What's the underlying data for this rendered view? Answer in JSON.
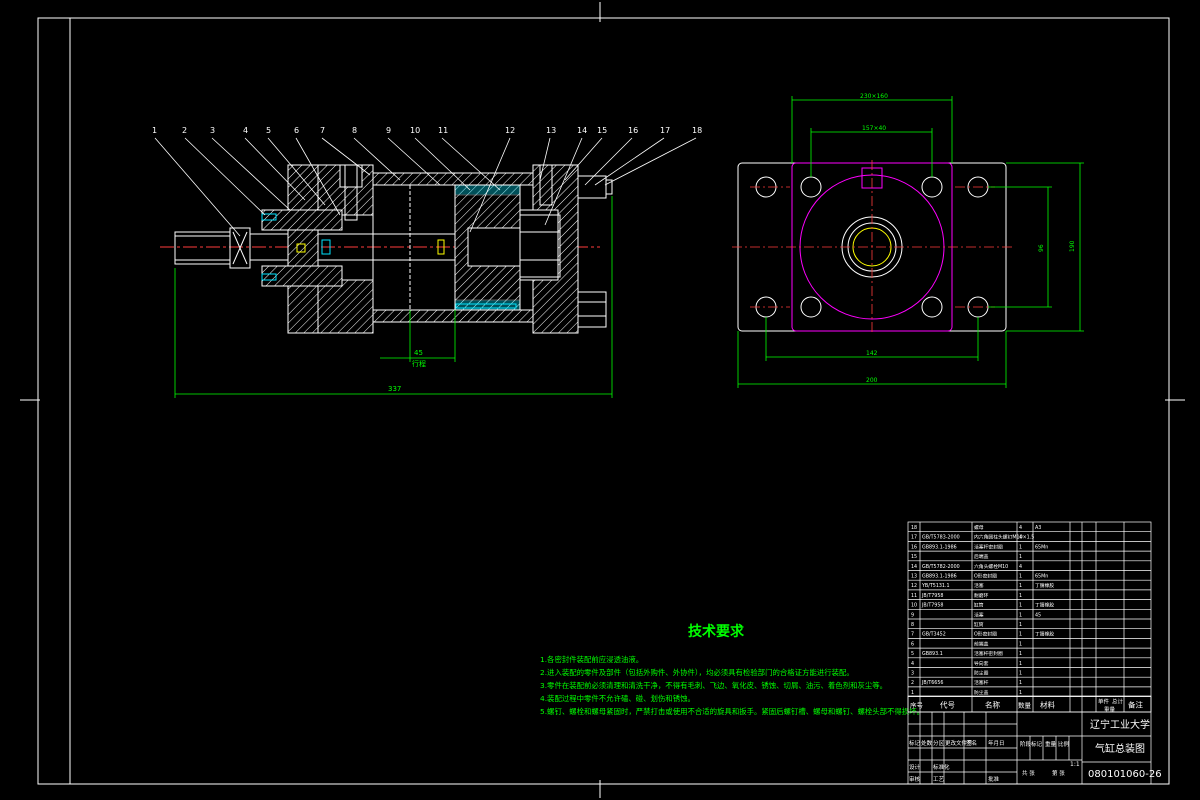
{
  "drawing": {
    "colors": {
      "background": "#000000",
      "outline": "#ffffff",
      "hatch": "#ffffff",
      "dimension": "#00ff00",
      "center_line": "#ff3b3b",
      "hidden": "#ff00ff",
      "seal": "#00e5ff",
      "text_green": "#00ff00",
      "leader": "#ffffff"
    },
    "part_numbers": [
      "1",
      "2",
      "3",
      "4",
      "5",
      "6",
      "7",
      "8",
      "9",
      "10",
      "11",
      "12",
      "13",
      "14",
      "15",
      "16",
      "17",
      "18"
    ],
    "dims": {
      "overall_length": "337",
      "stroke": "45",
      "stroke_label": "行程",
      "side_top_outer": "230×160",
      "side_top_inner": "157×40",
      "side_right_outer": "190",
      "side_right_inner": "96",
      "side_bottom_inner": "142",
      "side_bottom_outer": "200"
    },
    "tech_req": {
      "title": "技术要求",
      "items": [
        "1.各密封件装配前应浸透油液。",
        "2.进入装配的零件及部件（包括外购件、外协件），均必须具有检验部门的合格证方能进行装配。",
        "3.零件在装配前必须清理和清洗干净，不得有毛刺、飞边、氧化皮、锈蚀、切屑、油污、着色剂和灰尘等。",
        "4.装配过程中零件不允许磕、碰、划伤和锈蚀。",
        "5.螺钉、螺栓和螺母紧固时，严禁打击或使用不合适的旋具和扳手。紧固后螺钉槽、螺母和螺钉、螺栓头部不得损坏。"
      ]
    },
    "bom": {
      "headers": {
        "no": "序号",
        "code": "代号",
        "name": "名称",
        "qty": "数量",
        "material": "材料",
        "single": "单件",
        "total": "总计",
        "weight": "重量",
        "remark": "备注"
      },
      "rows": [
        {
          "no": "18",
          "code": "",
          "name": "螺母",
          "qty": "4",
          "material": "A3",
          "remark": ""
        },
        {
          "no": "17",
          "code": "GB/T5783-2000",
          "name": "内六角圆柱头螺钉M10×1.5",
          "qty": "4",
          "material": "",
          "remark": ""
        },
        {
          "no": "16",
          "code": "GB893.1-1986",
          "name": "活塞杆密封圈",
          "qty": "1",
          "material": "65Mn",
          "remark": ""
        },
        {
          "no": "15",
          "code": "",
          "name": "后端盖",
          "qty": "1",
          "material": "",
          "remark": ""
        },
        {
          "no": "14",
          "code": "GB/T5782-2000",
          "name": "六角头螺栓M10",
          "qty": "4",
          "material": "",
          "remark": ""
        },
        {
          "no": "13",
          "code": "GB893.1-1986",
          "name": "O形密封圈",
          "qty": "1",
          "material": "65Mn",
          "remark": ""
        },
        {
          "no": "12",
          "code": "YB/T5131.1",
          "name": "活塞",
          "qty": "1",
          "material": "丁腈橡胶",
          "remark": ""
        },
        {
          "no": "11",
          "code": "JB/T7958",
          "name": "耐磨环",
          "qty": "1",
          "material": "",
          "remark": ""
        },
        {
          "no": "10",
          "code": "JB/T7958",
          "name": "缸筒",
          "qty": "1",
          "material": "丁腈橡胶",
          "remark": ""
        },
        {
          "no": "9",
          "code": "",
          "name": "活塞",
          "qty": "1",
          "material": "45",
          "remark": ""
        },
        {
          "no": "8",
          "code": "",
          "name": "缸筒",
          "qty": "1",
          "material": "",
          "remark": ""
        },
        {
          "no": "7",
          "code": "GB/T3452",
          "name": "O形密封圈",
          "qty": "1",
          "material": "丁腈橡胶",
          "remark": ""
        },
        {
          "no": "6",
          "code": "",
          "name": "前端盖",
          "qty": "1",
          "material": "",
          "remark": ""
        },
        {
          "no": "5",
          "code": "GB893.1",
          "name": "活塞杆密封圈",
          "qty": "1",
          "material": "",
          "remark": ""
        },
        {
          "no": "4",
          "code": "",
          "name": "导向套",
          "qty": "1",
          "material": "",
          "remark": ""
        },
        {
          "no": "3",
          "code": "",
          "name": "防尘圈",
          "qty": "1",
          "material": "",
          "remark": ""
        },
        {
          "no": "2",
          "code": "JB/T6656",
          "name": "活塞杆",
          "qty": "1",
          "material": "",
          "remark": ""
        },
        {
          "no": "1",
          "code": "",
          "name": "防尘盖",
          "qty": "1",
          "material": "",
          "remark": ""
        }
      ]
    },
    "title_block": {
      "school": "辽宁工业大学",
      "drawing_name": "气缸总装图",
      "drawing_no": "080101060-26",
      "scale": "1:1",
      "labels": [
        "标记",
        "处数",
        "分区",
        "更改文件号",
        "签名",
        "年月日",
        "设计",
        "标准化",
        "审核",
        "工艺",
        "批准",
        "阶段标记",
        "重量",
        "比例",
        "共 张",
        "第 张"
      ]
    }
  }
}
